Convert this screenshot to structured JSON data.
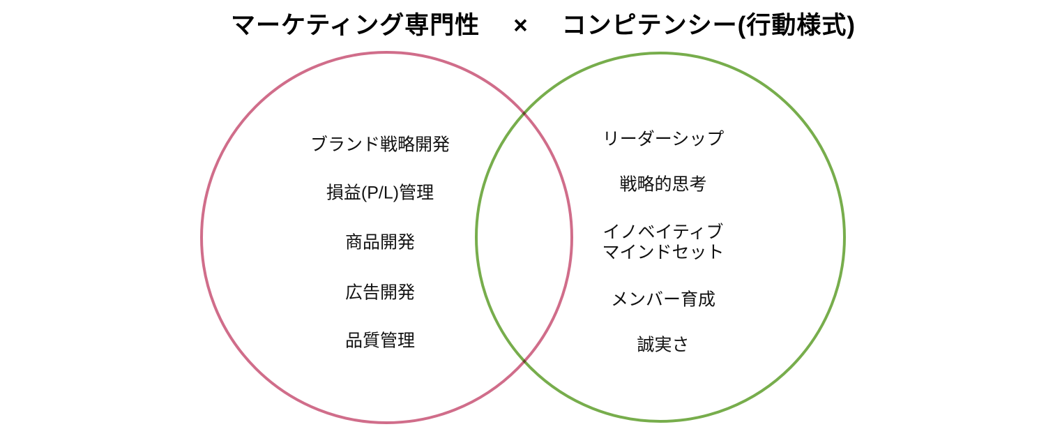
{
  "title": {
    "left": "マーケティング専門性",
    "separator": "×",
    "right": "コンピテンシー(行動様式)"
  },
  "venn": {
    "left_circle": {
      "name": "マーケティング専門性",
      "stroke_color": "#d06d8a",
      "items": [
        {
          "label": "ブランド戦略開発"
        },
        {
          "label": "損益(P/L)管理"
        },
        {
          "label": "商品開発"
        },
        {
          "label": "広告開発"
        },
        {
          "label": "品質管理"
        }
      ]
    },
    "right_circle": {
      "name": "コンピテンシー(行動様式)",
      "stroke_color": "#77ad4c",
      "items": [
        {
          "label": "リーダーシップ"
        },
        {
          "label": "戦略的思考"
        },
        {
          "label": "イノベイティブ\nマインドセット"
        },
        {
          "label": "メンバー育成"
        },
        {
          "label": "誠実さ"
        }
      ]
    },
    "text_color": "#111111",
    "background_color": "#ffffff"
  }
}
